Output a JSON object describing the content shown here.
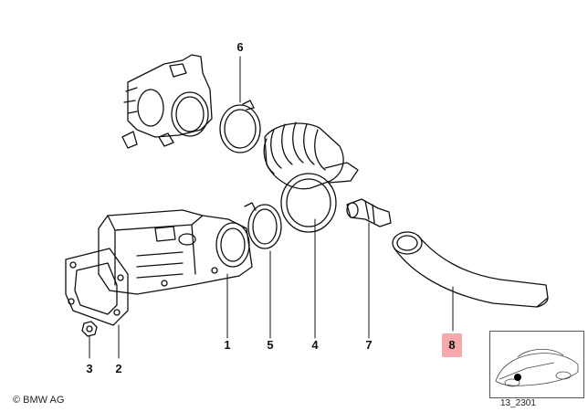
{
  "diagram": {
    "callouts": [
      {
        "id": "6",
        "label": "6",
        "highlighted": false
      },
      {
        "id": "1",
        "label": "1",
        "highlighted": false
      },
      {
        "id": "5",
        "label": "5",
        "highlighted": false
      },
      {
        "id": "4",
        "label": "4",
        "highlighted": false
      },
      {
        "id": "7",
        "label": "7",
        "highlighted": false
      },
      {
        "id": "8",
        "label": "8",
        "highlighted": true
      },
      {
        "id": "3",
        "label": "3",
        "highlighted": false
      },
      {
        "id": "2",
        "label": "2",
        "highlighted": false
      }
    ],
    "highlight_color": "#f4a9ab",
    "copyright": "© BMW AG",
    "reference_code": "13_2301"
  }
}
